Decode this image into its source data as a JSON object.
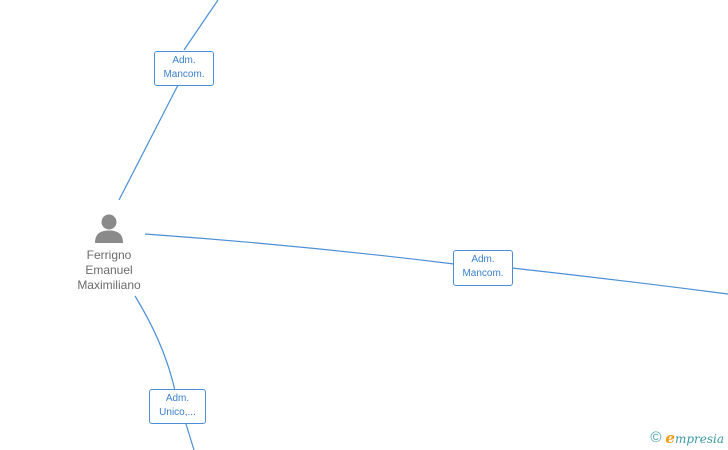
{
  "person": {
    "name_lines": [
      "Ferrigno",
      "Emanuel",
      "Maximiliano"
    ]
  },
  "relations": [
    {
      "id": "top",
      "line1": "Adm.",
      "line2": "Mancom."
    },
    {
      "id": "right",
      "line1": "Adm.",
      "line2": "Mancom."
    },
    {
      "id": "bottom",
      "line1": "Adm.",
      "line2": "Unico,..."
    }
  ],
  "watermark": {
    "symbol": "©",
    "brand_initial": "e",
    "brand_rest": "mpresia"
  },
  "colors": {
    "edge": "#4a8fd6",
    "badge_text": "#3a7fcc",
    "person_icon": "#8a8a8a",
    "person_text": "#6b6b6b",
    "brand": "#3a9aa4",
    "brand_initial": "#f39c12"
  }
}
